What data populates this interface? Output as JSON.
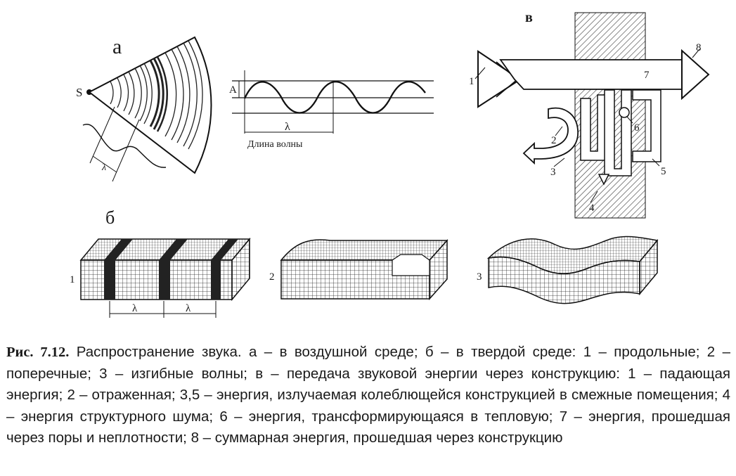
{
  "panels": {
    "a": {
      "label": "а",
      "source_label": "S",
      "amplitude_label": "A",
      "lambda_label": "λ",
      "wavelength_label": "Длина волны"
    },
    "b": {
      "label": "б",
      "block1_label": "1",
      "block2_label": "2",
      "block3_label": "3",
      "lambda_label": "λ"
    },
    "v": {
      "label": "в",
      "numbers": [
        "1",
        "2",
        "3",
        "4",
        "5",
        "6",
        "7",
        "8"
      ]
    }
  },
  "caption": {
    "lead": "Рис. 7.12.",
    "text": " Распространение звука. а – в воздушной среде; б – в твердой среде: 1 – продольные; 2 – поперечные; 3 – изгибные волны; в – передача звуковой энергии через конструкцию: 1  – падающая энергия; 2 – отраженная; 3,5 – энергия, излучаемая колеблющейся конструкцией в смежные помещения; 4 – энергия структурного шума; 6 – энергия, трансформирующаяся в тепловую; 7 – энергия, прошедшая через поры и неплотности; 8 – суммарная энергия, прошедшая через конструкцию"
  }
}
